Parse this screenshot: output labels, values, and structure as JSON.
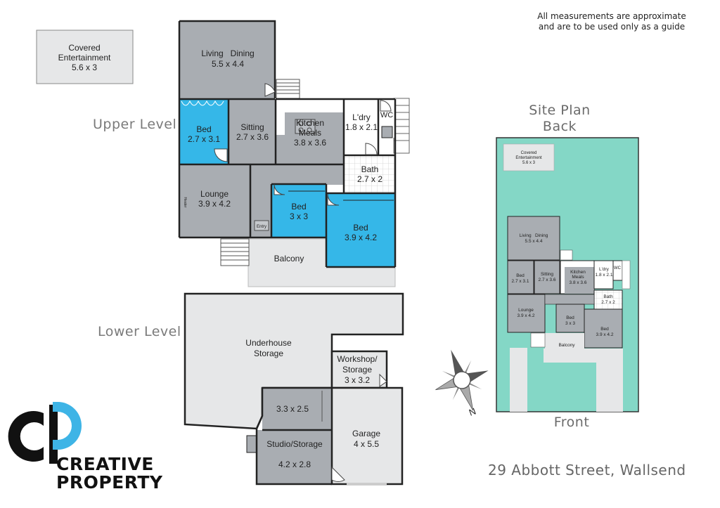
{
  "note": {
    "line1": "All measurements are approximate",
    "line2": "and are to be used only as a guide"
  },
  "levels": {
    "upper": "Upper Level",
    "lower": "Lower Level"
  },
  "site_plan": {
    "title1": "Site Plan",
    "title2": "Back",
    "front": "Front"
  },
  "address": "29 Abbott Street, Wallsend",
  "brand": {
    "line1": "CREATIVE",
    "line2": "PROPERTY"
  },
  "compass": {
    "north_label": "N"
  },
  "colors": {
    "room_grey": "#a9adb2",
    "bed_blue": "#35b7e8",
    "floor_light": "#e6e7e8",
    "lawn": "#84d7c6",
    "wall": "#222222"
  },
  "rooms": {
    "covered": {
      "name": "Covered",
      "name2": "Entertainment",
      "size": "5.6 x 3"
    },
    "living": {
      "name": "Living   Dining",
      "size": "5.5 x 4.4"
    },
    "bed1": {
      "name": "Bed",
      "size": "2.7 x 3.1"
    },
    "sitting": {
      "name": "Sitting",
      "size": "2.7 x 3.6"
    },
    "kitchen": {
      "name": "Kitchen",
      "name2": "Meals",
      "size": "3.8 x 3.6"
    },
    "ldry": {
      "name": "L'dry",
      "size": "1.8 x 2.1"
    },
    "wc": {
      "name": "WC"
    },
    "bath": {
      "name": "Bath",
      "size": "2.7 x 2"
    },
    "lounge": {
      "name": "Lounge",
      "size": "3.9 x 4.2"
    },
    "heater": {
      "name": "Heater"
    },
    "entry": {
      "name": "Entry"
    },
    "bed2": {
      "name": "Bed",
      "size": "3 x 3"
    },
    "bed3": {
      "name": "Bed",
      "size": "3.9 x 4.2"
    },
    "balcony": {
      "name": "Balcony"
    },
    "underhouse": {
      "name": "Underhouse",
      "name2": "Storage"
    },
    "workshop": {
      "name": "Workshop/",
      "name2": "Storage",
      "size": "3 x 3.2"
    },
    "store": {
      "size": "3.3 x 2.5"
    },
    "studio": {
      "name": "Studio/Storage",
      "size": "4.2 x 2.8"
    },
    "garage": {
      "name": "Garage",
      "size": "4 x 5.5"
    }
  }
}
